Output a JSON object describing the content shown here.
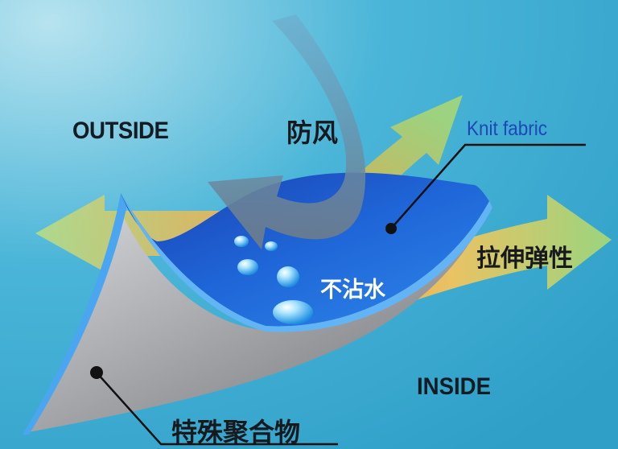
{
  "labels": {
    "outside": "OUTSIDE",
    "inside": "INSIDE",
    "knit_fabric": "Knit fabric",
    "windproof": "防风",
    "stretch": "拉伸弹性",
    "water_repellent": "不沾水",
    "special_polymer": "特殊聚合物"
  },
  "colors": {
    "background": "#3aaed2",
    "knit_layer": "#2060d0",
    "membrane_edge": "#4aa6f0",
    "polymer_layer": "#9a9ca0",
    "arrow_green": "#a6d676",
    "arrow_orange": "#f7a83a",
    "wind_arrow": "#7d8c9c",
    "leader_line": "#111111"
  },
  "icons": [
    "stretch-arrow",
    "windproof-arrow",
    "water-droplet",
    "leader-dot"
  ]
}
